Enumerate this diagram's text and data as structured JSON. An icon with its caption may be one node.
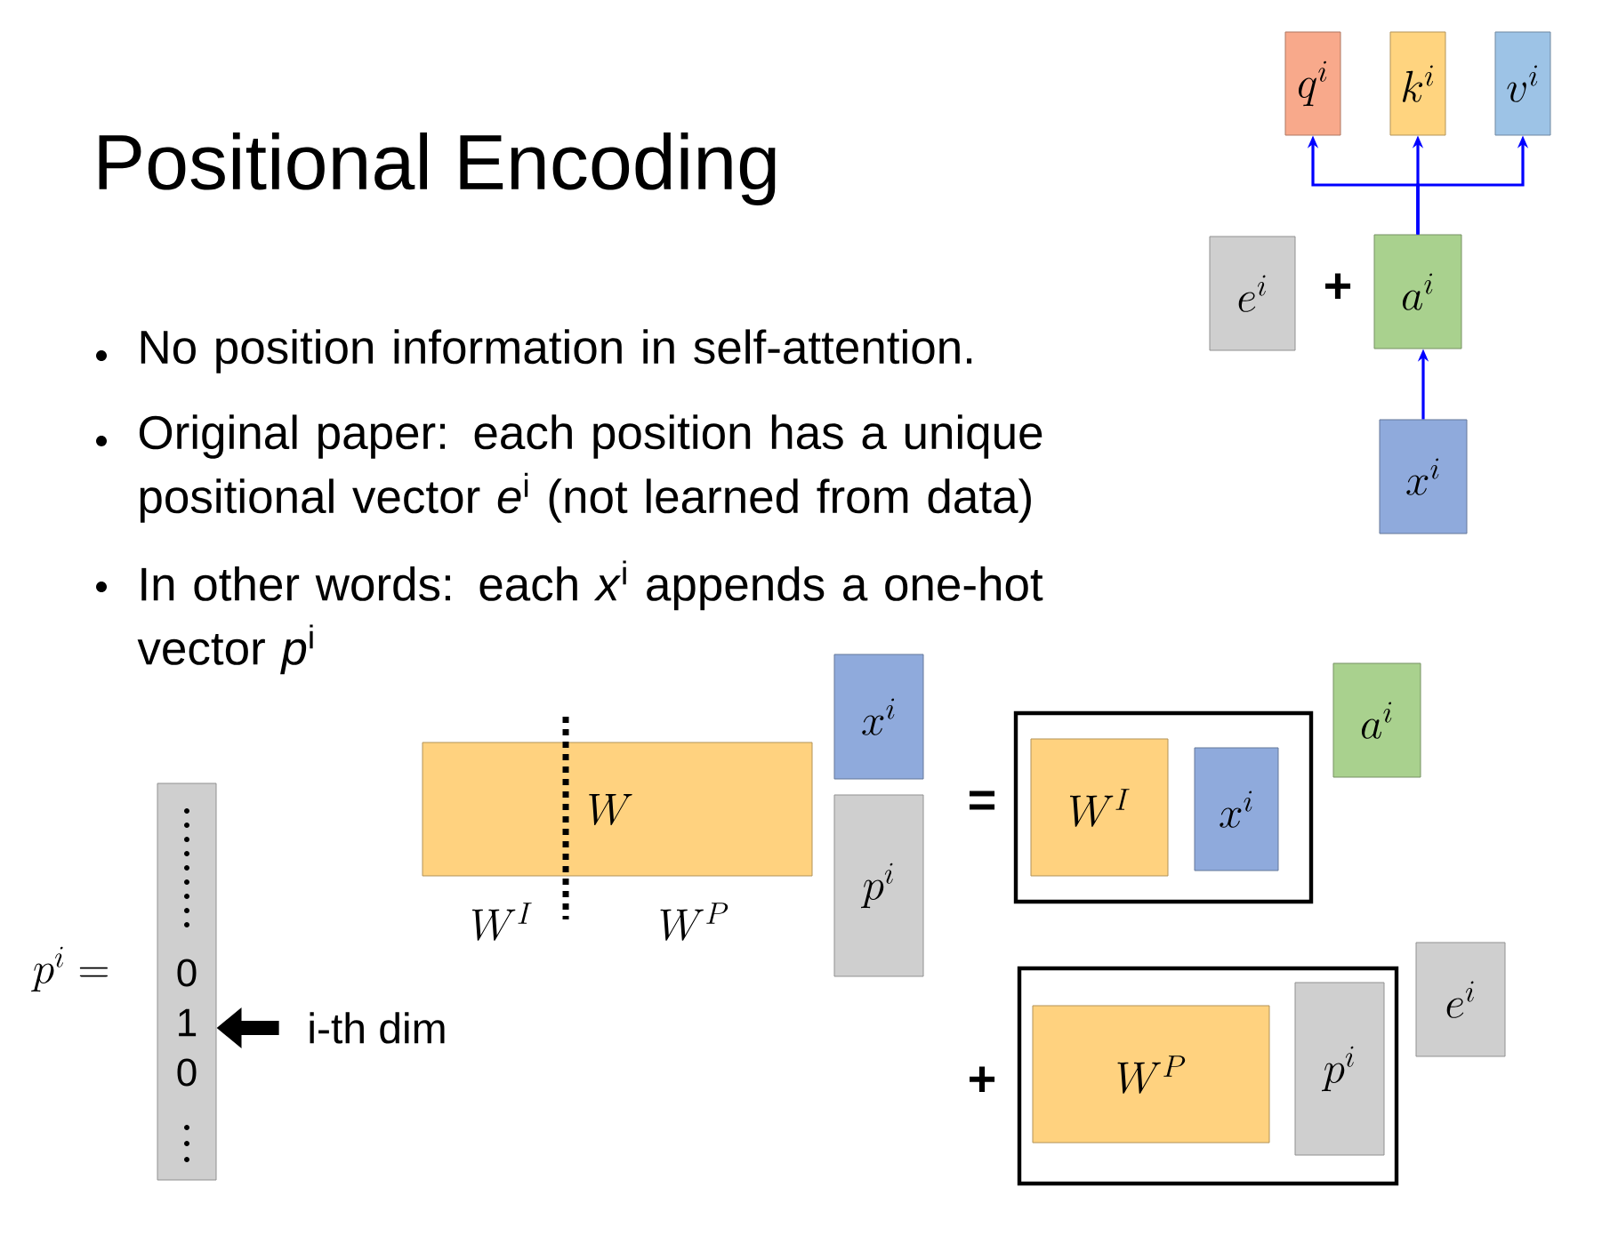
{
  "diagram": {
    "title": "Positional Encoding",
    "nodes": [
      {
        "text": [
          "q^{i}"
        ]
      },
      {
        "text": [
          "k^{i}"
        ]
      },
      {
        "text": [
          "v^{i}"
        ]
      },
      {
        "text": [
          "e^{i}"
        ]
      },
      {
        "text": [
          "a^{i}"
        ]
      },
      {
        "text": [
          "x^{i}"
        ]
      },
      {
        "text": [
          "W"
        ]
      },
      {
        "text": [
          "x^{i}"
        ]
      },
      {
        "text": [
          "p^{i}"
        ]
      },
      {
        "text": [
          "a^{i}"
        ]
      },
      {
        "text": [],
        "shape": "box"
      },
      {
        "text": [
          "W^{I}"
        ],
        "in": 10
      },
      {
        "text": [
          "x^{i}"
        ],
        "in": 10
      },
      {
        "text": [
          "e^{i}"
        ]
      },
      {
        "text": [],
        "shape": "box"
      },
      {
        "text": [
          "W^{P}"
        ],
        "in": 14
      },
      {
        "text": [
          "p^{i}"
        ],
        "in": 14
      },
      {
        "text": [
          "0",
          "1",
          "0"
        ]
      },
      {
        "text": [
          "i-th dim"
        ]
      }
    ],
    "edges": [
      {
        "from": 4,
        "to": 0,
        "arrow": "to"
      },
      {
        "from": 4,
        "to": 1,
        "arrow": "to"
      },
      {
        "from": 4,
        "to": 2,
        "arrow": "to"
      },
      {
        "from": 5,
        "to": 4,
        "arrow": "to"
      },
      {
        "from": 18,
        "to": 17,
        "arrow": "to",
        "style": "thick",
        "color": "#000000"
      }
    ],
    "labels": [
      "No position information in self-attention.",
      "Original paper: each position has a unique positional vector *e*$^{i}$ (not learned from data)",
      "In other words: each *x*$^{i}$ appends a one-hot vector *p*$^{i}$",
      "+",
      "W^{I}",
      "W^{P}",
      "=",
      "+",
      "p^{i} ="
    ]
  }
}
